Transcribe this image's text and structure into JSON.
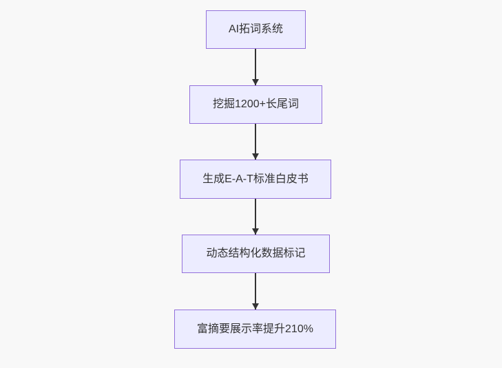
{
  "page": {
    "background_color": "#f8f8f8"
  },
  "flowchart": {
    "type": "flowchart-top-down",
    "node_fill_color": "#ECECFF",
    "node_border_color": "#9370DB",
    "text_color": "#333333",
    "arrow_color": "#333333",
    "nodes": [
      {
        "id": "node-1",
        "label": "AI拓词系统"
      },
      {
        "id": "node-2",
        "label": "挖掘1200+长尾词"
      },
      {
        "id": "node-3",
        "label": "生成E-A-T标准白皮书"
      },
      {
        "id": "node-4",
        "label": "动态结构化数据标记"
      },
      {
        "id": "node-5",
        "label": "富摘要展示率提升210%"
      }
    ],
    "edges": [
      {
        "from": "node-1",
        "to": "node-2"
      },
      {
        "from": "node-2",
        "to": "node-3"
      },
      {
        "from": "node-3",
        "to": "node-4"
      },
      {
        "from": "node-4",
        "to": "node-5"
      }
    ]
  }
}
